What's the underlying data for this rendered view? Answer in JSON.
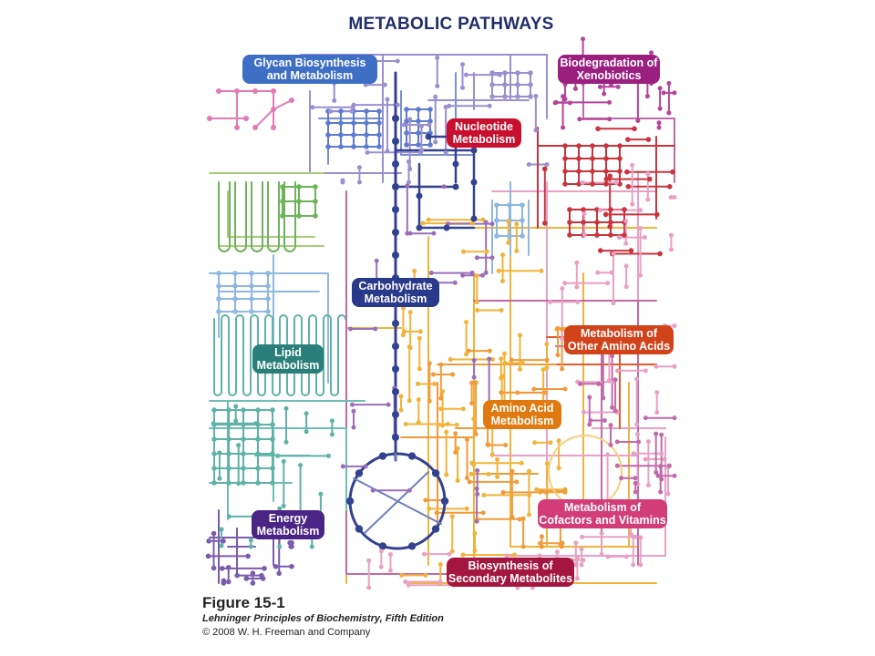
{
  "title": "METABOLIC PATHWAYS",
  "colors": {
    "glycan": "#3f6fc4",
    "xenobiotics": "#9a1f7e",
    "nucleotide": "#c8102e",
    "carbohydrate": "#2a3a8a",
    "lipid": "#2a7f7a",
    "other_amino": "#d1431b",
    "amino": "#e07a10",
    "cofactors": "#d23d78",
    "energy": "#4a2586",
    "secondary": "#a3163f"
  },
  "labels": {
    "glycan": [
      "Glycan Biosynthesis",
      "and Metabolism"
    ],
    "xenobiotics": [
      "Biodegradation of",
      "Xenobiotics"
    ],
    "nucleotide": [
      "Nucleotide",
      "Metabolism"
    ],
    "carbohydrate": [
      "Carbohydrate",
      "Metabolism"
    ],
    "lipid": [
      "Lipid",
      "Metabolism"
    ],
    "other_amino": [
      "Metabolism of",
      "Other Amino Acids"
    ],
    "amino": [
      "Amino Acid",
      "Metabolism"
    ],
    "cofactors": [
      "Metabolism of",
      "Cofactors and Vitamins"
    ],
    "energy": [
      "Energy",
      "Metabolism"
    ],
    "secondary": [
      "Biosynthesis of",
      "Secondary Metabolites"
    ]
  },
  "caption": {
    "figure": "Figure 15-1",
    "book": "Lehninger Principles of Biochemistry, Fifth Edition",
    "copyright": "© 2008 W. H. Freeman and Company"
  }
}
